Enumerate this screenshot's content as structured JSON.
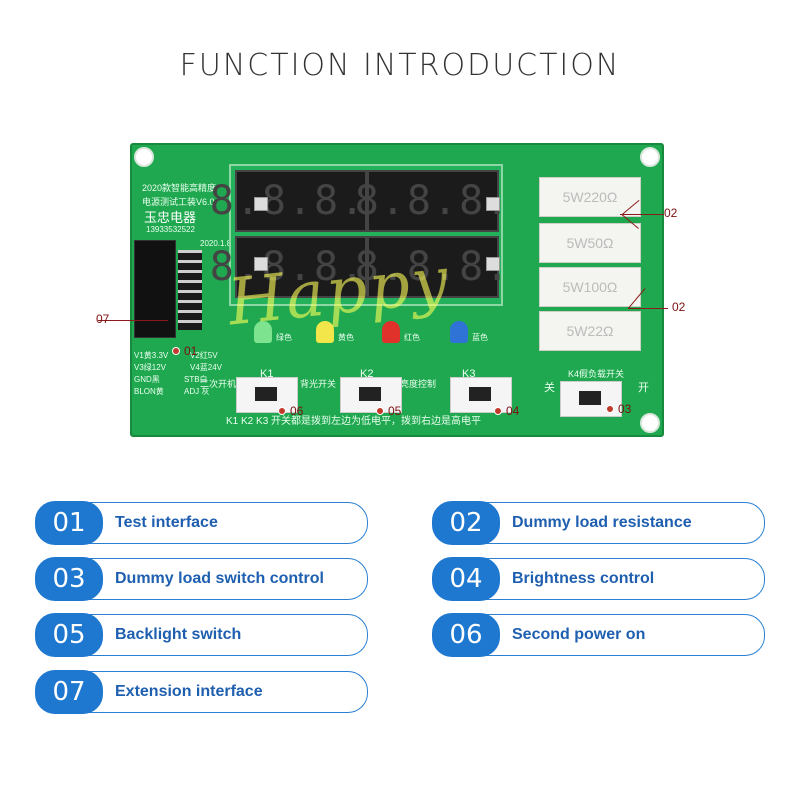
{
  "title": "FUNCTION INTRODUCTION",
  "board": {
    "header_line1": "2020款智能高精度",
    "header_line2": "电源测试工装V6.0",
    "brand": "玉忠电器",
    "phone": "13933532522",
    "date": "2020.1.8",
    "legend_v1": "V1黄3.3V",
    "legend_v2": "V2红5V",
    "legend_v3": "V3绿12V",
    "legend_v4": "V4蓝24V",
    "legend_gnd": "GND黑",
    "legend_stb": "STB白",
    "legend_blon": "BLON黄",
    "legend_adj": "ADJ 灰",
    "display_top_left": "8.8.8.8",
    "display_top_right": "8.8.8.",
    "display_bottom_left": "8.8.8.8",
    "display_bottom_right": "8.8.8.",
    "res1": "5W220Ω",
    "res2": "5W50Ω",
    "res3": "5W100Ω",
    "res4": "5W22Ω",
    "led_green": "绿色",
    "led_yellow": "黄色",
    "led_red": "红色",
    "led_blue": "蓝色",
    "k1": "K1",
    "k2": "K2",
    "k3": "K3",
    "sw_second_power": "二次开机",
    "sw_backlight": "背光开关",
    "sw_brightness": "亮度控制",
    "sw_load": "K4假负载开关",
    "off_label": "关",
    "on_label": "开",
    "bottom_note": "K1  K2  K3  开关都是拨到左边为低电平，拨到右边是高电平",
    "watermark": "Happy"
  },
  "callouts": {
    "c01": "01",
    "c02a": "02",
    "c02b": "02",
    "c03": "03",
    "c04": "04",
    "c05": "05",
    "c06": "06",
    "c07": "07"
  },
  "functions": [
    {
      "num": "01",
      "label": "Test interface"
    },
    {
      "num": "02",
      "label": "Dummy load resistance"
    },
    {
      "num": "03",
      "label": "Dummy load switch control"
    },
    {
      "num": "04",
      "label": "Brightness control"
    },
    {
      "num": "05",
      "label": "Backlight switch"
    },
    {
      "num": "06",
      "label": "Second power on"
    },
    {
      "num": "07",
      "label": "Extension interface"
    }
  ],
  "colors": {
    "accent": "#1f78cf",
    "pcb": "#1fa84f",
    "callout": "#8b1a1a"
  }
}
